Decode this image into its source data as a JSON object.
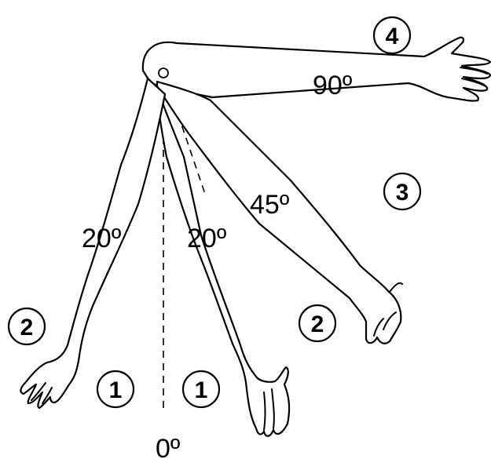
{
  "angles": {
    "deg_90": "90º",
    "deg_45": "45º",
    "deg_20_left": "20º",
    "deg_20_right": "20º",
    "deg_0": "0º"
  },
  "zones": {
    "zone_1_left": "1",
    "zone_1_right": "1",
    "zone_2_left": "2",
    "zone_2_right": "2",
    "zone_3": "3",
    "zone_4": "4"
  }
}
